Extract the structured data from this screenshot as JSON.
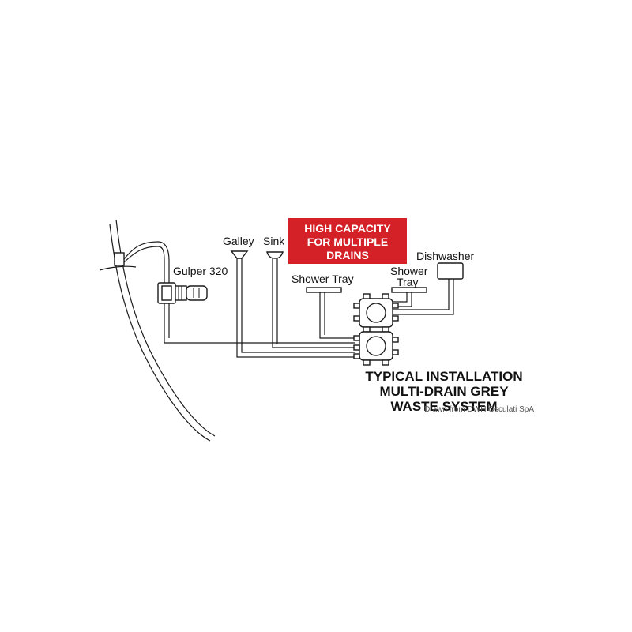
{
  "labels": {
    "galley": "Galley",
    "sink": "Sink",
    "gulper": "Gulper 320",
    "shower_tray_1": "Shower Tray",
    "shower_tray_2_line1": "Shower",
    "shower_tray_2_line2": "Tray",
    "dishwasher": "Dishwasher"
  },
  "banner": {
    "line1": "HIGH CAPACITY",
    "line2": "FOR MULTIPLE",
    "line3": "DRAINS",
    "color": "#d42027"
  },
  "title": {
    "line1": "TYPICAL INSTALLATION",
    "line2": "MULTI-DRAIN GREY",
    "line3": "WASTE SYSTEM"
  },
  "credit": "Drawn from DWH Osculati SpA"
}
